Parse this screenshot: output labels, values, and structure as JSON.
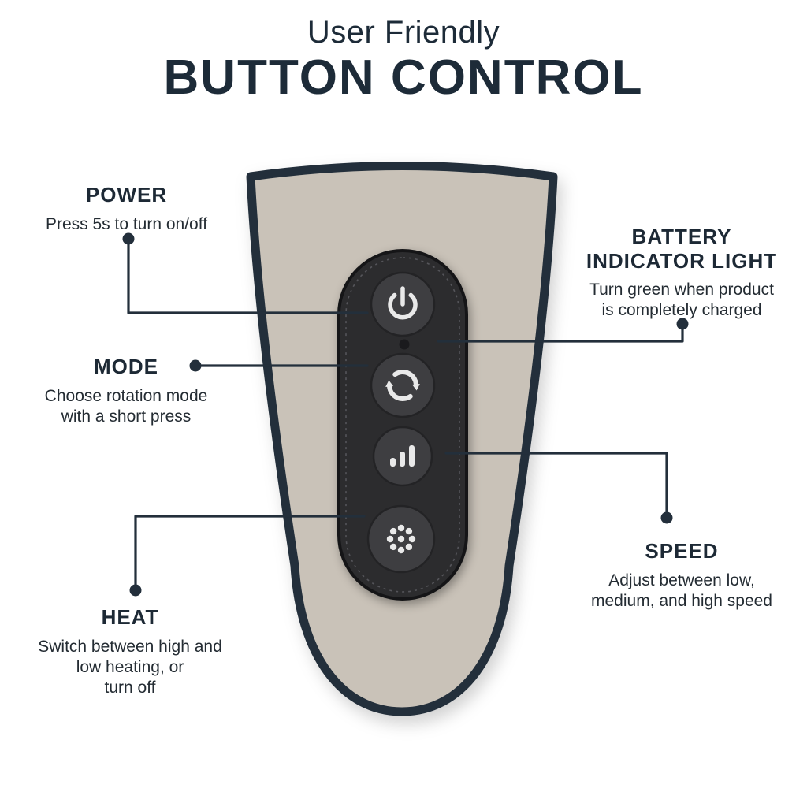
{
  "title": {
    "subtitle": "User Friendly",
    "main": "BUTTON CONTROL"
  },
  "colors": {
    "ink": "#1d2b38",
    "callout_line": "#232f3b",
    "device_fill": "#c9c2b8",
    "device_outline": "#232f3b",
    "pad_fill": "#2c2c2e",
    "button_fill": "#3e3e41",
    "icon_color": "#e9e9e9",
    "led_color": "#1a1a1d"
  },
  "device": {
    "buttons": [
      {
        "name": "power",
        "icon": "power-icon"
      },
      {
        "name": "mode",
        "icon": "rotate-icon"
      },
      {
        "name": "speed",
        "icon": "signal-bars-icon"
      },
      {
        "name": "heat",
        "icon": "heat-dots-icon"
      }
    ],
    "indicator": "battery-led"
  },
  "callouts": {
    "power": {
      "heading": "POWER",
      "lines": [
        "Press 5s to turn on/off"
      ]
    },
    "mode": {
      "heading": "MODE",
      "lines": [
        "Choose rotation mode",
        "with a short press"
      ]
    },
    "battery": {
      "heading_lines": [
        "BATTERY",
        "INDICATOR LIGHT"
      ],
      "lines": [
        "Turn green when product",
        "is completely charged"
      ]
    },
    "speed": {
      "heading": "SPEED",
      "lines": [
        "Adjust between low,",
        "medium, and high speed"
      ]
    },
    "heat": {
      "heading": "HEAT",
      "lines": [
        "Switch between high and",
        "low heating, or",
        "turn off"
      ]
    }
  }
}
